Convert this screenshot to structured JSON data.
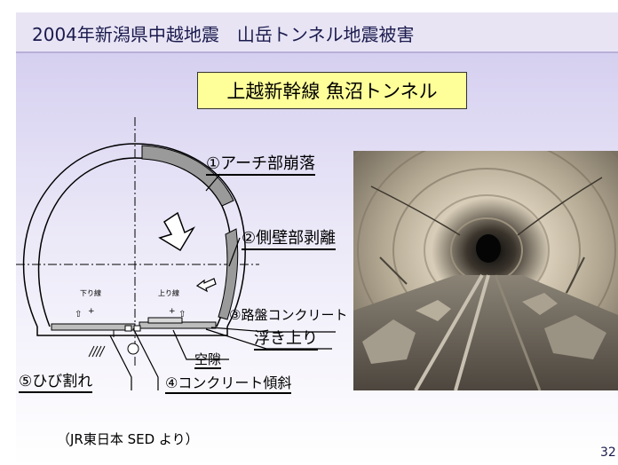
{
  "slide": {
    "title": "2004年新潟県中越地震　山岳トンネル地震被害",
    "subtitle": "上越新幹線 魚沼トンネル",
    "source": "（JR東日本 SED より）",
    "page_number": "32"
  },
  "diagram": {
    "labels": {
      "arch_collapse": "①アーチ部崩落",
      "sidewall_peel": "②側壁部剥離",
      "roadbed_line1": "③路盤コンクリート",
      "roadbed_line2": "浮き上り",
      "gap": "空隙",
      "concrete_tilt": "④コンクリート傾斜",
      "crack": "⑤ひび割れ",
      "down_line": "下り線",
      "up_line": "上り線"
    }
  },
  "colors": {
    "title_bar": "#e8e4f4",
    "title_text": "#1a1a4d",
    "subtitle_fill": "#ffff99",
    "collapse_gray": "#9a9a9a"
  }
}
